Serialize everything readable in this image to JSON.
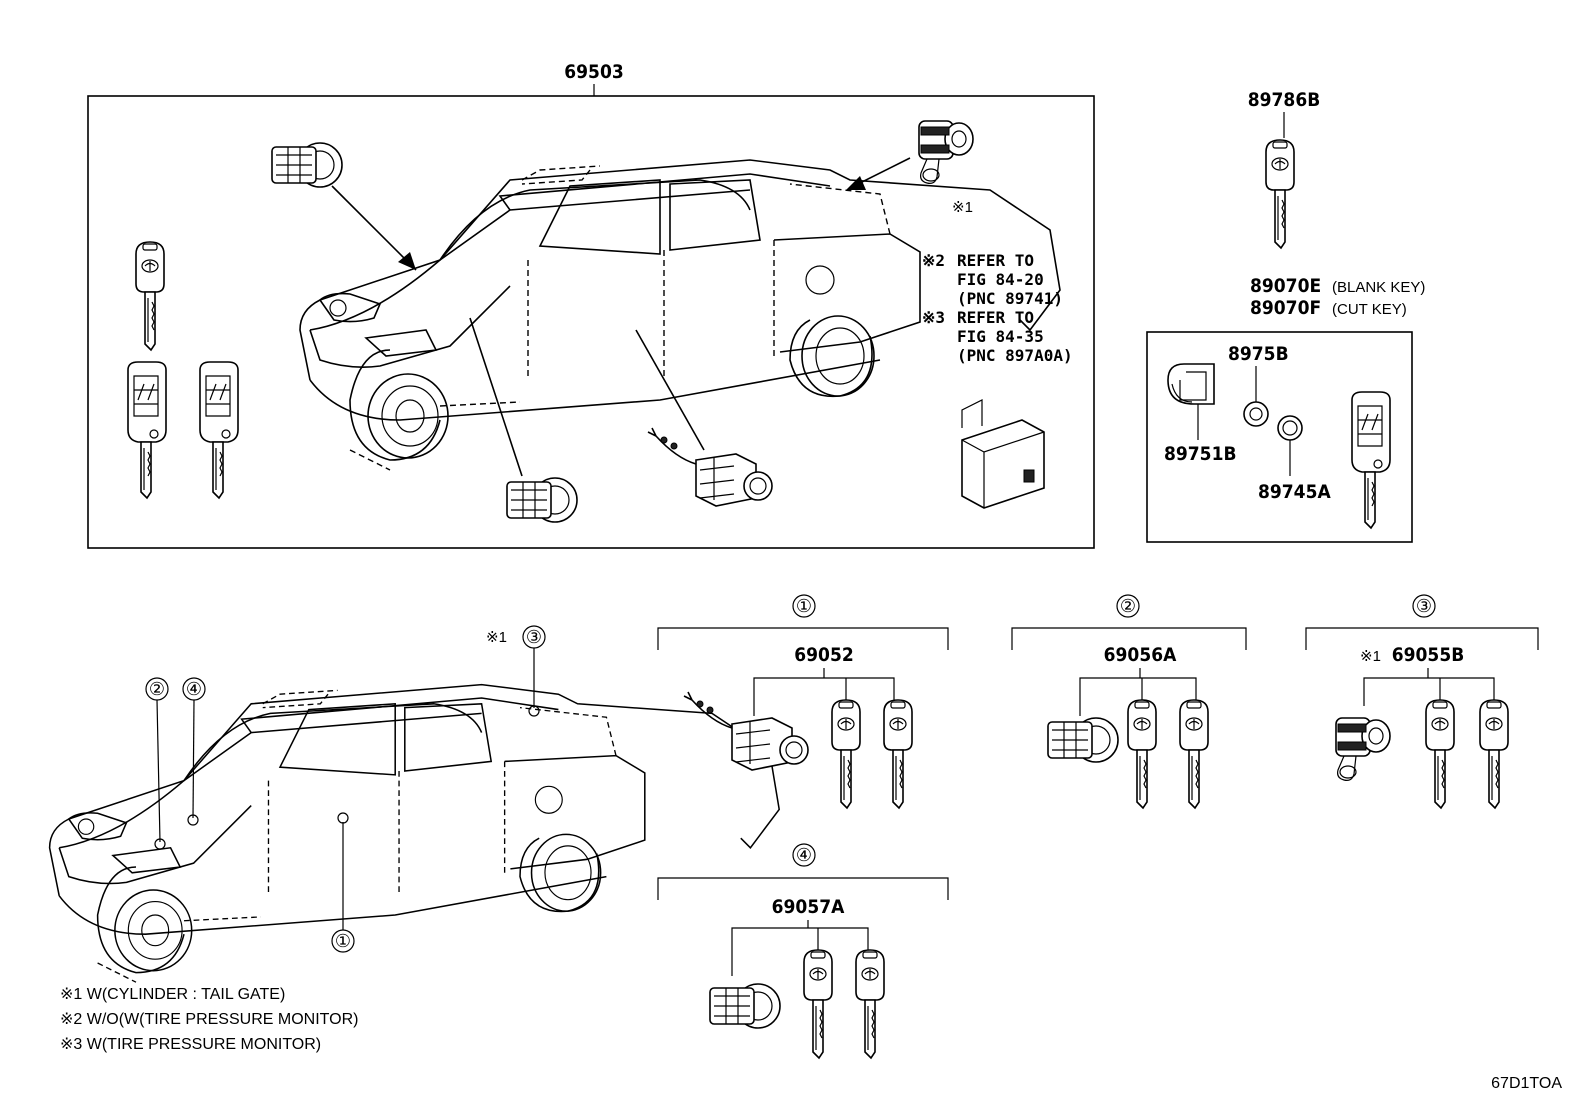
{
  "main_box": {
    "part_no": "69503"
  },
  "key_89786B": {
    "part_no": "89786B"
  },
  "blank_key": {
    "part_no": "89070E",
    "suffix": "(BLANK KEY)"
  },
  "cut_key": {
    "part_no": "89070F",
    "suffix": "(CUT KEY)"
  },
  "key_box": {
    "parts": [
      "8975B",
      "89751B",
      "89745A"
    ]
  },
  "refers": [
    {
      "mark": "※2",
      "text": "REFER TO",
      "fig": "FIG 84-20",
      "pnc": "(PNC 89741)"
    },
    {
      "mark": "※3",
      "text": "REFER TO",
      "fig": "FIG 84-35",
      "pnc": "(PNC 897A0A)"
    }
  ],
  "star1_label": "※1",
  "sets": [
    {
      "circle": "①",
      "part_no": "69052"
    },
    {
      "circle": "②",
      "part_no": "69056A"
    },
    {
      "circle": "③",
      "part_no": "69055B",
      "mark": "※1"
    },
    {
      "circle": "④",
      "part_no": "69057A"
    }
  ],
  "lower_truck": {
    "callouts": [
      "②",
      "④",
      "③",
      "①"
    ],
    "callout_mark": "※1"
  },
  "notes": [
    "※1 W(CYLINDER : TAIL GATE)",
    "※2 W/O(W(TIRE PRESSURE MONITOR)",
    "※3 W(TIRE PRESSURE MONITOR)"
  ],
  "figure_code": "67D1TOA"
}
